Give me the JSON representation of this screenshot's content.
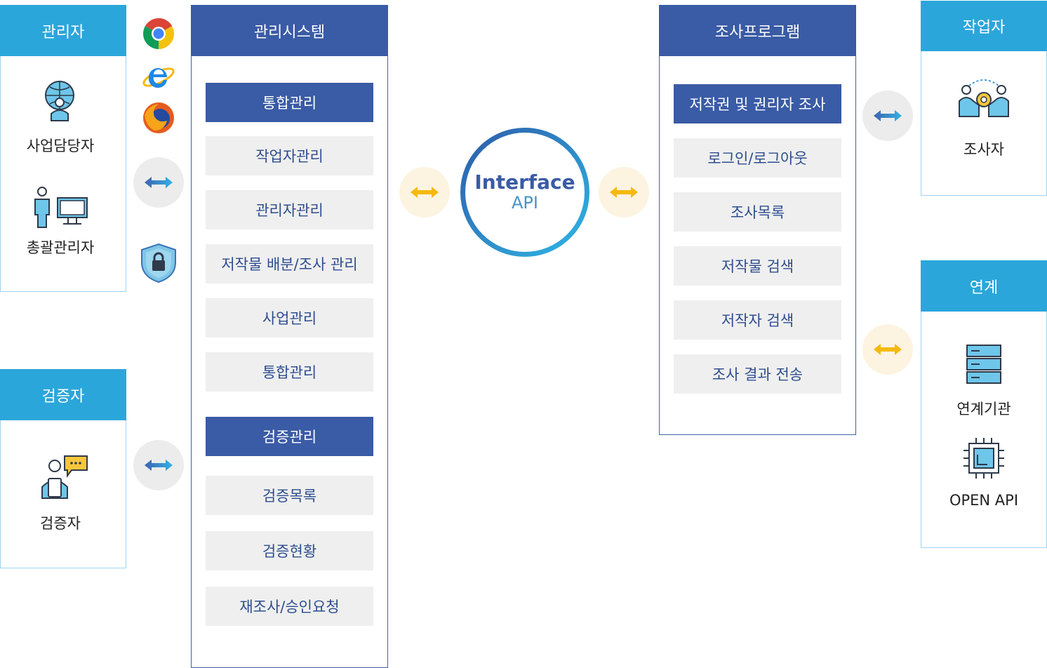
{
  "left": {
    "admin_panel": {
      "title": "관리자",
      "roles": [
        "사업담당자",
        "총괄관리자"
      ]
    },
    "verifier_panel": {
      "title": "검증자",
      "roles": [
        "검증자"
      ]
    },
    "browser_icons": [
      "chrome-icon",
      "internet-explorer-icon",
      "firefox-icon"
    ],
    "security_icon": "shield-lock-icon"
  },
  "management_system": {
    "title": "관리시스템",
    "items": [
      {
        "label": "통합관리",
        "primary": true
      },
      {
        "label": "작업자관리",
        "primary": false
      },
      {
        "label": "관리자관리",
        "primary": false
      },
      {
        "label": "저작물 배분/조사 관리",
        "primary": false
      },
      {
        "label": "사업관리",
        "primary": false
      },
      {
        "label": "통합관리",
        "primary": false
      },
      {
        "label": "검증관리",
        "primary": true
      },
      {
        "label": "검증목록",
        "primary": false
      },
      {
        "label": "검증현황",
        "primary": false
      },
      {
        "label": "재조사/승인요청",
        "primary": false
      }
    ]
  },
  "interface": {
    "title": "Interface",
    "subtitle": "API"
  },
  "survey_program": {
    "title": "조사프로그램",
    "items": [
      {
        "label": "저작권 및 권리자 조사",
        "primary": true
      },
      {
        "label": "로그인/로그아웃",
        "primary": false
      },
      {
        "label": "조사목록",
        "primary": false
      },
      {
        "label": "저작물 검색",
        "primary": false
      },
      {
        "label": "저작자 검색",
        "primary": false
      },
      {
        "label": "조사 결과 전송",
        "primary": false
      }
    ]
  },
  "right": {
    "worker_panel": {
      "title": "작업자",
      "roles": [
        "조사자"
      ]
    },
    "link_panel": {
      "title": "연계",
      "roles": [
        "연계기관",
        "OPEN API"
      ]
    }
  },
  "colors": {
    "navy": "#3a5ba5",
    "cyan": "#2ba6da",
    "gold": "#f5b90f",
    "item_bg": "#efefef"
  }
}
